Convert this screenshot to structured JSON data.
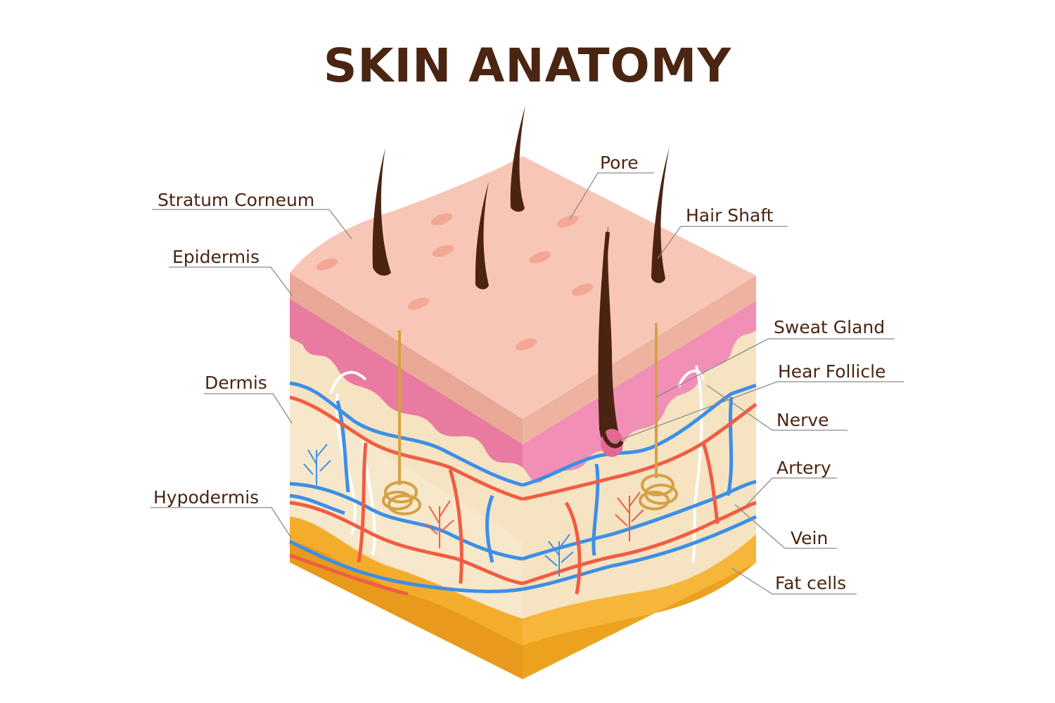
{
  "title": "SKIN ANATOMY",
  "labels": {
    "stratum_corneum": "Stratum Corneum",
    "epidermis": "Epidermis",
    "dermis": "Dermis",
    "hypodermis": "Hypodermis",
    "pore": "Pore",
    "hair_shaft": "Hair Shaft",
    "sweat_gland": "Sweat Gland",
    "hair_follicle": "Hear Follicle",
    "nerve": "Nerve",
    "artery": "Artery",
    "vein": "Vein",
    "fat_cells": "Fat cells"
  },
  "colors": {
    "title": "#4a2511",
    "skin_top": "#f8c6b6",
    "stratum": "#e9a895",
    "epidermis_left": "#e97aa0",
    "epidermis_right": "#f28fb6",
    "dermis": "#f5e3c2",
    "fat": "#f4ad2a",
    "artery": "#f05d43",
    "vein": "#3d8fe6",
    "nerve": "#ffffff",
    "hair": "#4b2312",
    "gland": "#d6a044"
  }
}
